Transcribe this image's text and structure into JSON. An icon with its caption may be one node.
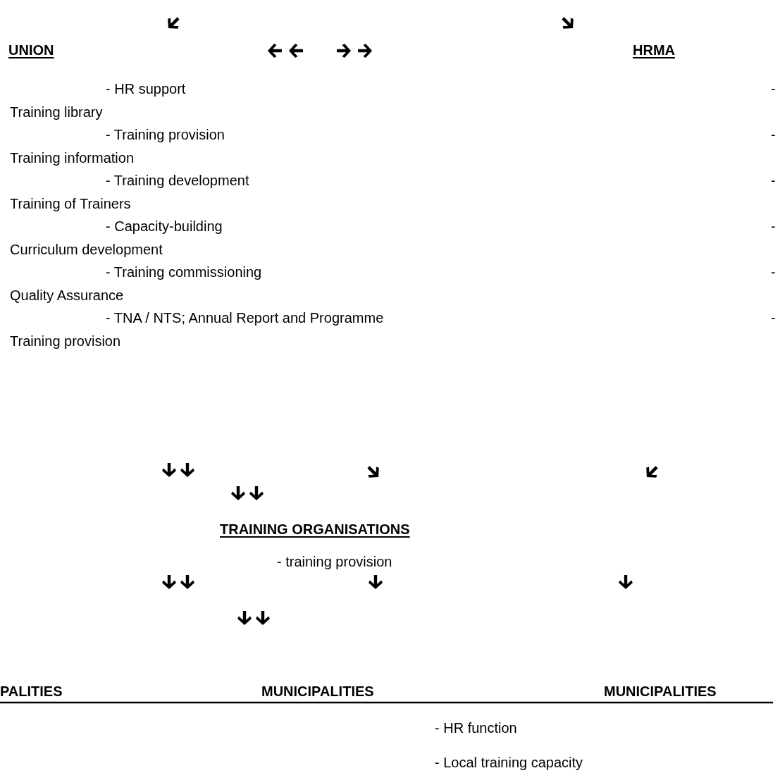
{
  "diagram": {
    "labels": [
      "UNION",
      "HRMA",
      "- HR support",
      "-",
      "Training library",
      "- Training provision",
      "-",
      "Training information",
      "- Training development",
      "-",
      "Training of Trainers",
      "- Capacity-building",
      "-",
      "Curriculum development",
      "- Training commissioning",
      "-",
      "Quality Assurance",
      "- TNA / NTS; Annual Report and Programme",
      "-",
      "Training provision",
      "TRAINING ORGANISATIONS",
      "- training provision",
      "PALITIES",
      "MUNICIPALITIES",
      "MUNICIPALITIES",
      "- HR function",
      "- Local training capacity"
    ]
  }
}
